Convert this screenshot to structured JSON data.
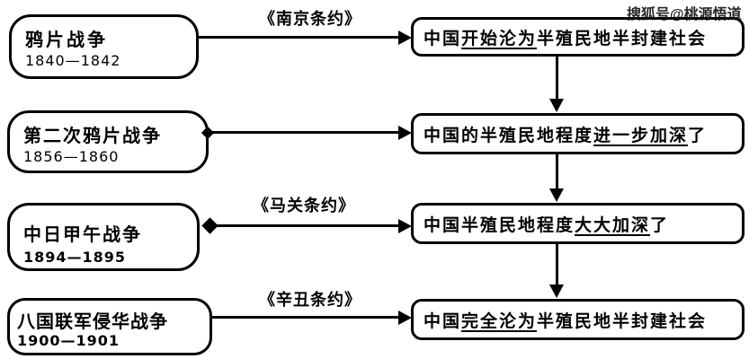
{
  "watermark": "搜狐号@桃源悟道",
  "rows": [
    {
      "event": "鸦片战争",
      "dates": "1840—1842",
      "treaty": "《南京条约》",
      "result": {
        "prefix": "中国",
        "underlined": "开始沦为",
        "suffix": "半殖民地半封建社会"
      }
    },
    {
      "event": "第二次鸦片战争",
      "dates": "1856—1860",
      "result": {
        "prefix": "中国的半殖民地程度",
        "underlined": "进一步加深",
        "suffix": "了"
      }
    },
    {
      "event": "中日甲午战争",
      "dates": "1894—1895",
      "treaty": "《马关条约》",
      "result": {
        "prefix": "中国半殖民地程度",
        "underlined": "大大加深",
        "suffix": "了"
      }
    },
    {
      "event": "八国联军侵华战争",
      "dates": "1900—1901",
      "treaty": "《辛丑条约》",
      "result": {
        "prefix": "中国",
        "underlined": "完全沦为",
        "suffix": "半殖民地半封建社会"
      }
    }
  ]
}
